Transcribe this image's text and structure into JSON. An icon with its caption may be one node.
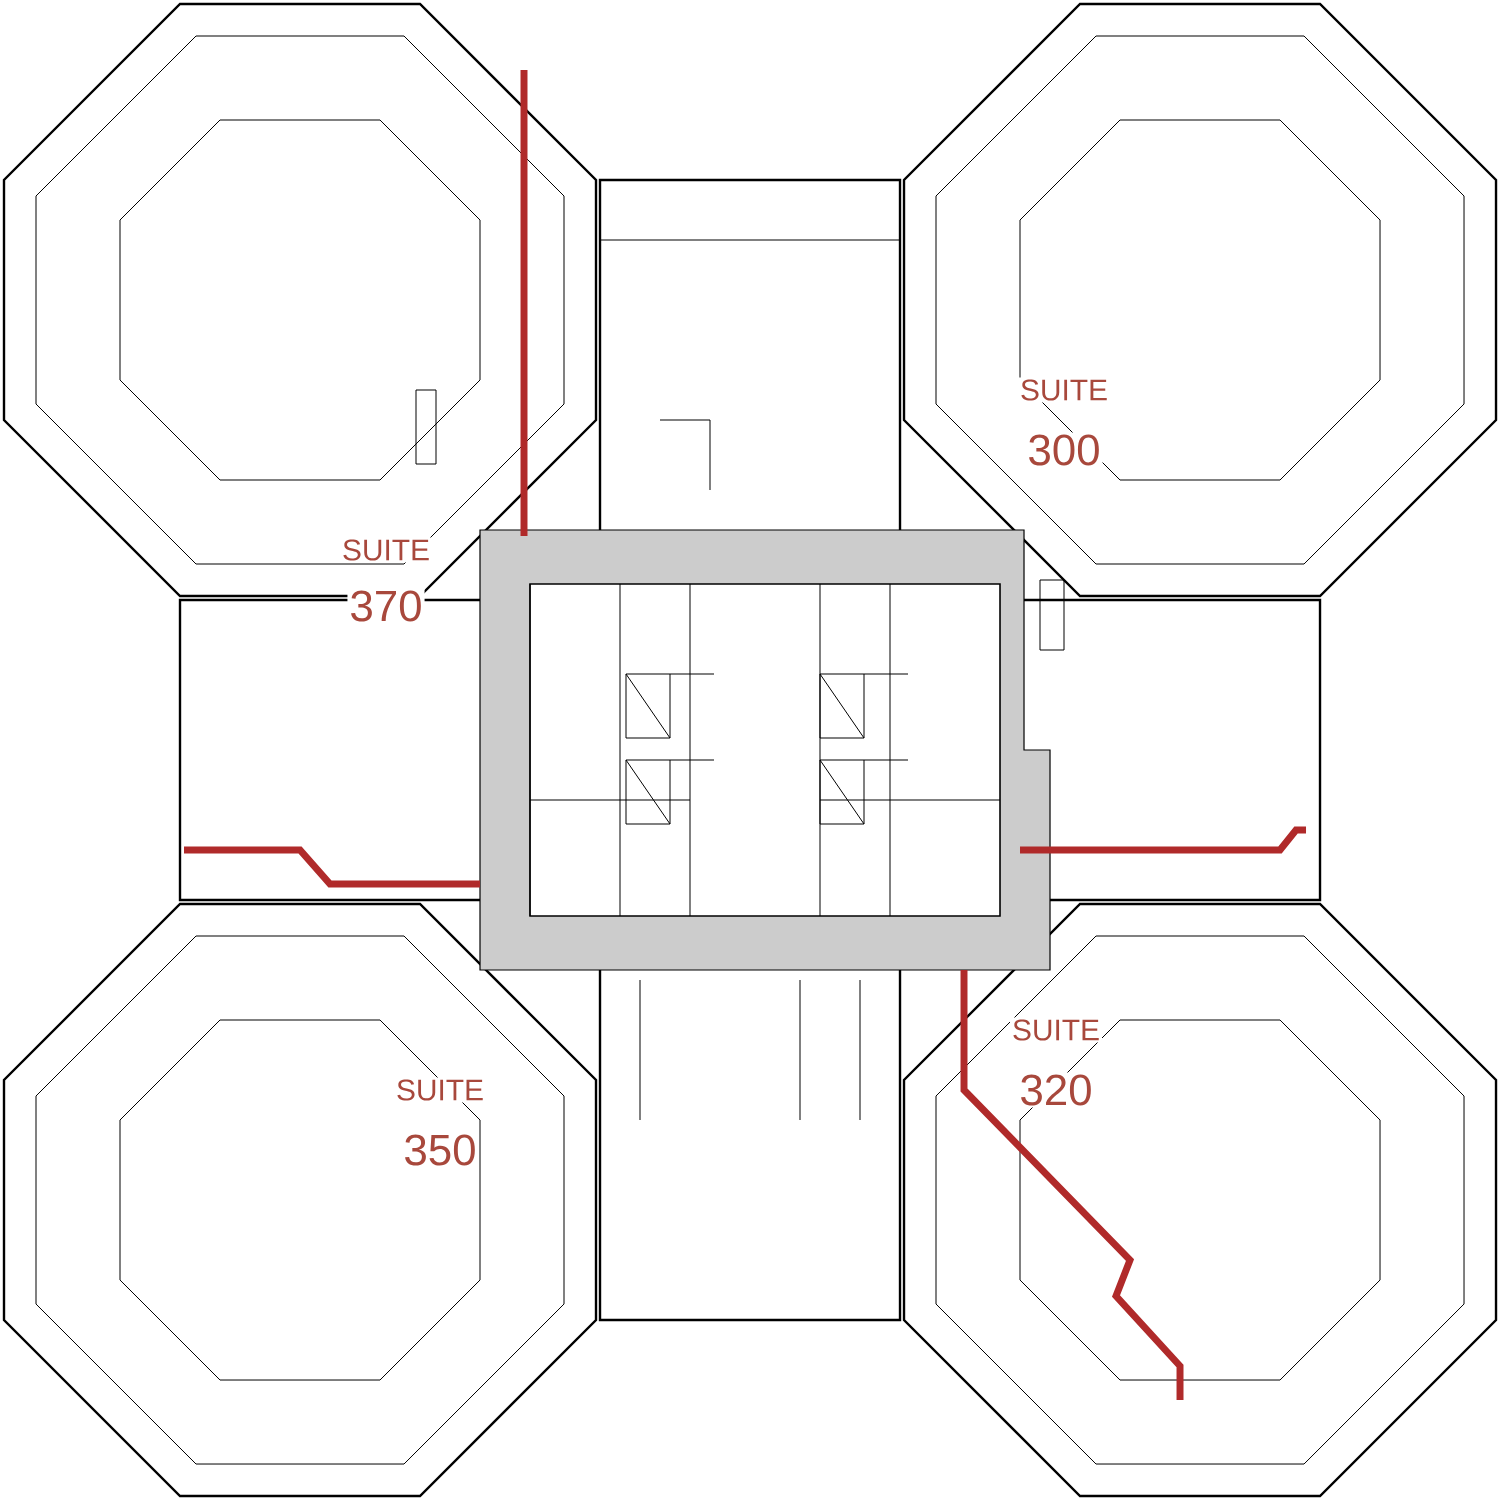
{
  "diagram": {
    "labels": [
      "SUITE",
      "300",
      "SUITE",
      "370",
      "SUITE",
      "320",
      "SUITE",
      "350"
    ]
  }
}
